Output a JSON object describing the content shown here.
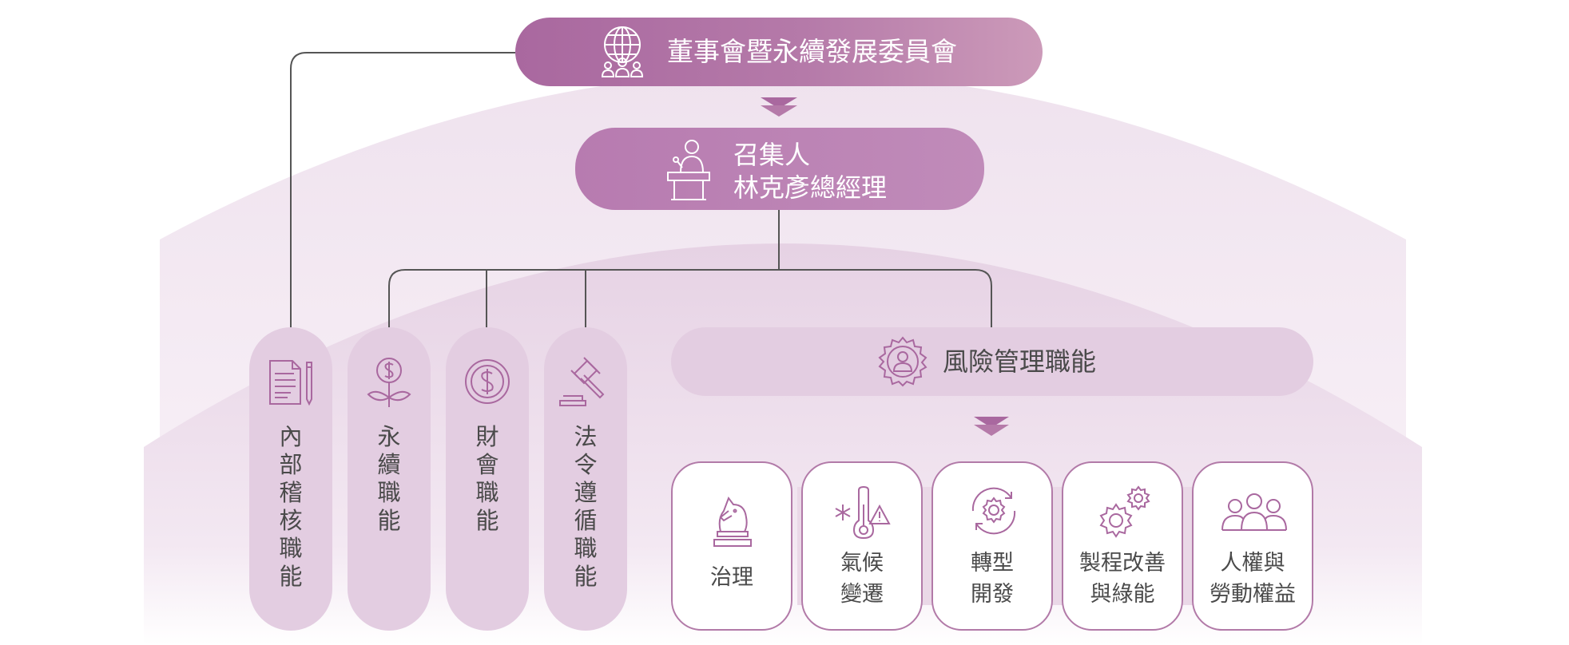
{
  "board": {
    "title": "董事會暨永續發展委員會",
    "icon": "globe-people-icon"
  },
  "convener": {
    "line1": "召集人",
    "line2": "林克彥總經理",
    "icon": "podium-speaker-icon"
  },
  "risk": {
    "title": "風險管理職能",
    "icon": "gear-person-icon"
  },
  "functions": [
    {
      "label": "內部稽核職能",
      "icon": "document-pen-icon"
    },
    {
      "label": "永續職能",
      "icon": "money-plant-icon"
    },
    {
      "label": "財會職能",
      "icon": "coin-icon"
    },
    {
      "label": "法令遵循職能",
      "icon": "gavel-icon"
    }
  ],
  "risk_items": [
    {
      "line1": "治理",
      "line2": "",
      "icon": "chess-knight-icon"
    },
    {
      "line1": "氣候",
      "line2": "變遷",
      "icon": "thermometer-snow-warning-icon"
    },
    {
      "line1": "轉型",
      "line2": "開發",
      "icon": "gear-cycle-icon"
    },
    {
      "line1": "製程改善",
      "line2": "與綠能",
      "icon": "gears-icon"
    },
    {
      "line1": "人權與",
      "line2": "勞動權益",
      "icon": "people-group-icon"
    }
  ],
  "colors": {
    "primary": "#a9689f",
    "secondary": "#c08bb9",
    "light": "#e3cde1",
    "outline": "#b27aa8",
    "text": "#4a4a4a"
  }
}
